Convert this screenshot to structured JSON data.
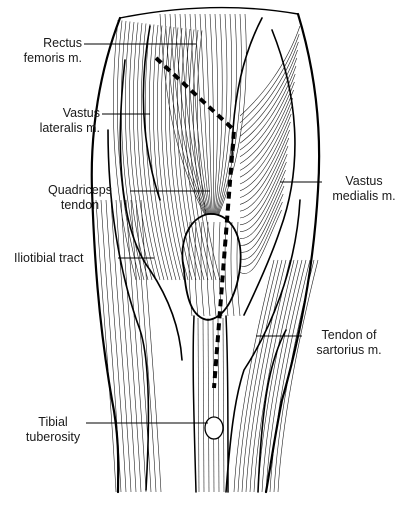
{
  "labels": {
    "rectus_femoris": [
      "Rectus",
      "femoris m."
    ],
    "vastus_lateralis": [
      "Vastus",
      "lateralis m."
    ],
    "quadriceps_tendon": [
      "Quadriceps",
      "tendon"
    ],
    "iliotibial_tract": [
      "Iliotibial tract"
    ],
    "tibial_tuberosity": [
      "Tibial",
      "tuberosity"
    ],
    "vastus_medialis": [
      "Vastus",
      "medialis m."
    ],
    "tendon_sartorius": [
      "Tendon of",
      "sartorius m."
    ]
  }
}
